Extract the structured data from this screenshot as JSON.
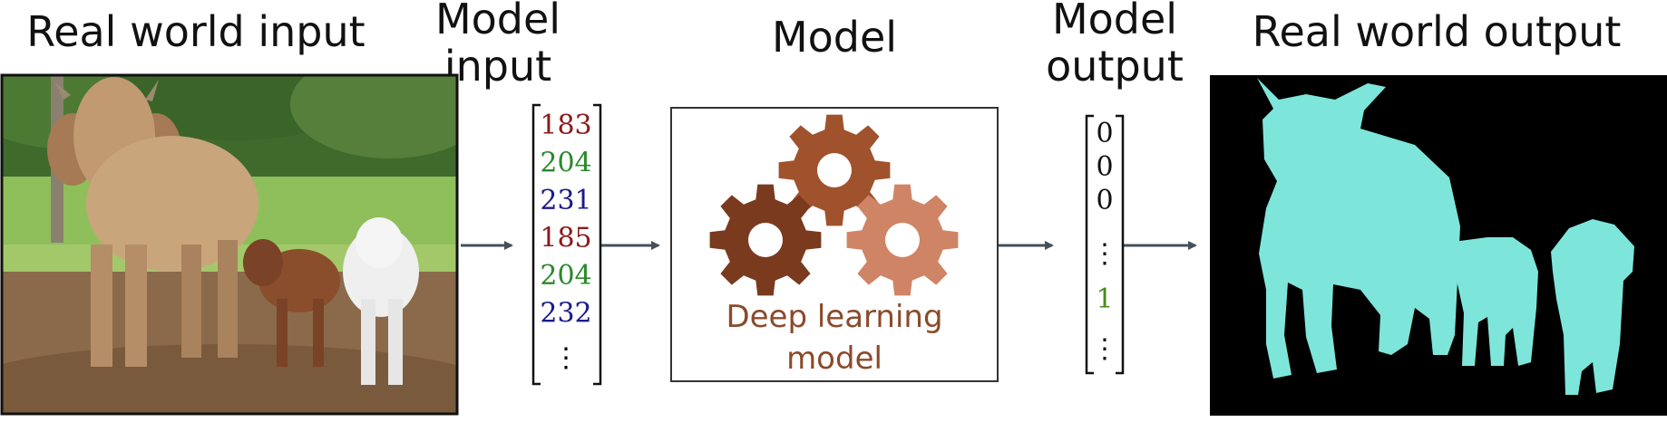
{
  "headings": {
    "real_world_input": "Real world input",
    "model_input_line1": "Model",
    "model_input_line2": "input",
    "model": "Model",
    "model_output_line1": "Model",
    "model_output_line2": "output",
    "real_world_output": "Real world output"
  },
  "model_input_vector": {
    "values": [
      "183",
      "204",
      "231",
      "185",
      "204",
      "232"
    ],
    "value_colors": [
      "#8b1a1a",
      "#2a8a2a",
      "#1a1a8b",
      "#8b1a1a",
      "#2a8a2a",
      "#1a1a8b"
    ],
    "ellipsis": "⋮"
  },
  "model_box": {
    "caption_line1": "Deep learning",
    "caption_line2": "model",
    "caption_color": "#8b4a2b",
    "gear_colors": [
      "#a0522d",
      "#7a3a1e",
      "#d08466"
    ]
  },
  "model_output_vector": {
    "values": [
      "0",
      "0",
      "0"
    ],
    "mid_ellipsis": "⋮",
    "highlight_value": "1",
    "highlight_color": "#4a8a1a",
    "end_ellipsis": "⋮"
  },
  "colors": {
    "arrow": "#44505a",
    "mask": "#7ee5da",
    "mask_background": "#000000"
  }
}
